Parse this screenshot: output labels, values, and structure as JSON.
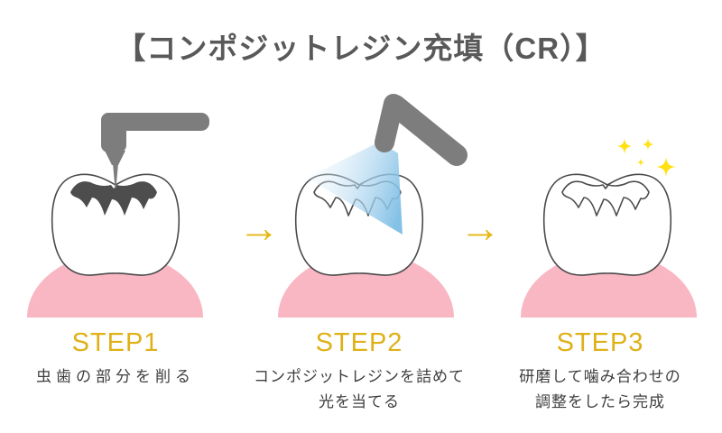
{
  "title": "【コンポジットレジン充填（CR）】",
  "steps": [
    {
      "label": "STEP1",
      "caption_line1": "虫歯の部分を削る",
      "caption_line2": "",
      "illustration": "tooth-cavity-being-drilled"
    },
    {
      "label": "STEP2",
      "caption_line1": "コンポジットレジンを詰めて",
      "caption_line2": "光を当てる",
      "illustration": "resin-filled-tooth-light-curing"
    },
    {
      "label": "STEP3",
      "caption_line1": "研磨して噛み合わせの",
      "caption_line2": "調整をしたら完成",
      "illustration": "polished-tooth-sparkling"
    }
  ],
  "icons": {
    "arrow_right": "→"
  },
  "colors": {
    "background": "#FFFFFF",
    "title_text": "#595959",
    "step_label_gold": "#DFB117",
    "arrow_gold": "#E3B713",
    "caption_text": "#3E3E3E",
    "tool_gray": "#7D7D7D",
    "cavity_dark": "#4D4D4D",
    "tooth_outline": "#4A4A4A",
    "tooth_fill": "#FFFFFF",
    "gum_pink": "#F9B7C4",
    "beam_light": "#ECF5FC",
    "beam_blue": "#7EBEE5",
    "sparkle_yellow": "#FFE112"
  }
}
